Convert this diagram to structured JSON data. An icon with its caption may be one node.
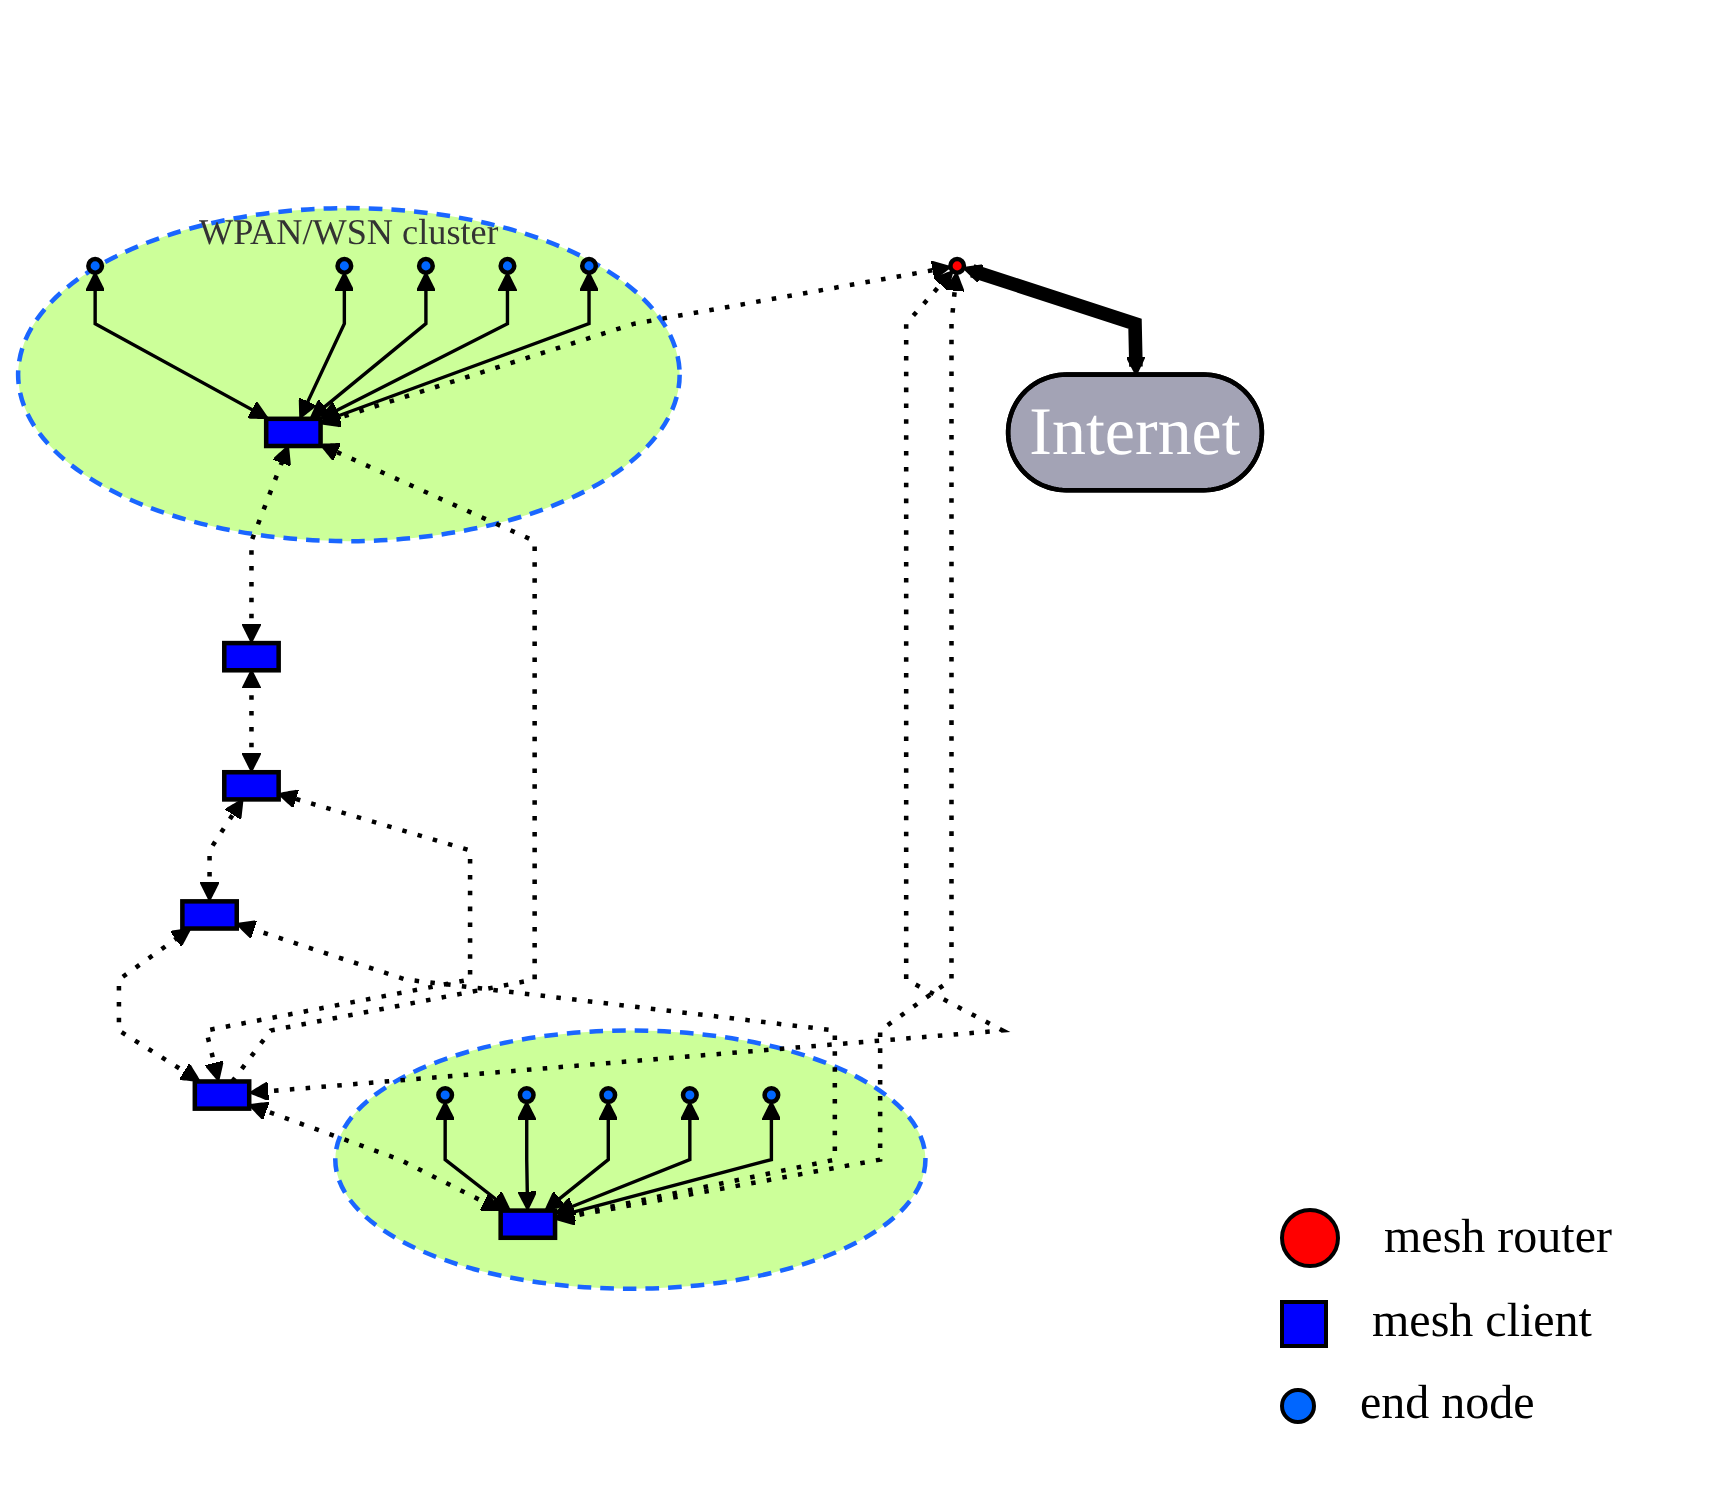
{
  "diagram": {
    "nodes": [
      {
        "text": [
          "Internet"
        ]
      },
      {
        "text": [],
        "shape": "circle"
      },
      {
        "text": [],
        "shape": "circle"
      },
      {
        "text": [],
        "shape": "box",
        "in": 2
      },
      {
        "text": [],
        "shape": "circle",
        "in": 2
      },
      {
        "text": [],
        "shape": "circle",
        "in": 2
      },
      {
        "text": [],
        "shape": "circle",
        "in": 2
      },
      {
        "text": [],
        "shape": "circle",
        "in": 2
      },
      {
        "text": [],
        "shape": "circle",
        "in": 2
      },
      {
        "text": [
          "WPAN/WSN cluster"
        ]
      },
      {
        "text": [],
        "shape": "box",
        "in": 9
      },
      {
        "text": [],
        "shape": "circle",
        "in": 9
      },
      {
        "text": [],
        "shape": "circle",
        "in": 9
      },
      {
        "text": [],
        "shape": "circle",
        "in": 9
      },
      {
        "text": [],
        "shape": "circle",
        "in": 9
      },
      {
        "text": [],
        "shape": "circle",
        "in": 9
      },
      {
        "text": [],
        "shape": "box"
      },
      {
        "text": [],
        "shape": "box"
      },
      {
        "text": [],
        "shape": "box"
      },
      {
        "text": [],
        "shape": "box"
      }
    ],
    "edges": [
      {
        "from": 0,
        "to": 1,
        "arrow": "both",
        "style": "thick"
      },
      {
        "from": 3,
        "to": 4,
        "arrow": "both"
      },
      {
        "from": 3,
        "to": 5,
        "arrow": "both"
      },
      {
        "from": 3,
        "to": 6,
        "arrow": "both"
      },
      {
        "from": 3,
        "to": 7,
        "arrow": "both"
      },
      {
        "from": 3,
        "to": 8,
        "arrow": "both"
      },
      {
        "from": 10,
        "to": 11,
        "arrow": "both"
      },
      {
        "from": 10,
        "to": 12,
        "arrow": "both"
      },
      {
        "from": 10,
        "to": 13,
        "arrow": "both"
      },
      {
        "from": 10,
        "to": 14,
        "arrow": "both"
      },
      {
        "from": 10,
        "to": 15,
        "arrow": "both"
      },
      {
        "from": 3,
        "to": 1,
        "arrow": "both",
        "style": "dashed"
      },
      {
        "from": 3,
        "to": 16,
        "arrow": "both",
        "style": "dashed"
      },
      {
        "from": 3,
        "to": 17,
        "arrow": "both",
        "style": "dashed"
      },
      {
        "from": 16,
        "to": 1,
        "arrow": "both",
        "style": "dashed"
      },
      {
        "from": 10,
        "to": 1,
        "arrow": "both",
        "style": "dashed"
      },
      {
        "from": 16,
        "to": 10,
        "arrow": "to",
        "style": "dashed"
      },
      {
        "from": 16,
        "to": 17,
        "arrow": "both",
        "style": "dashed"
      },
      {
        "from": 16,
        "to": 18,
        "arrow": "both",
        "style": "dashed"
      },
      {
        "from": 17,
        "to": 18,
        "arrow": "both",
        "style": "dashed"
      },
      {
        "from": 18,
        "to": 19,
        "arrow": "both",
        "style": "dashed"
      },
      {
        "from": 19,
        "to": 10,
        "arrow": "both",
        "style": "dashed"
      }
    ],
    "legend": [
      {
        "text": "mesh router",
        "color": "#ff0000"
      },
      {
        "text": "mesh client",
        "color": "#0000ff"
      },
      {
        "text": "end node",
        "color": "#0066ff"
      }
    ]
  }
}
